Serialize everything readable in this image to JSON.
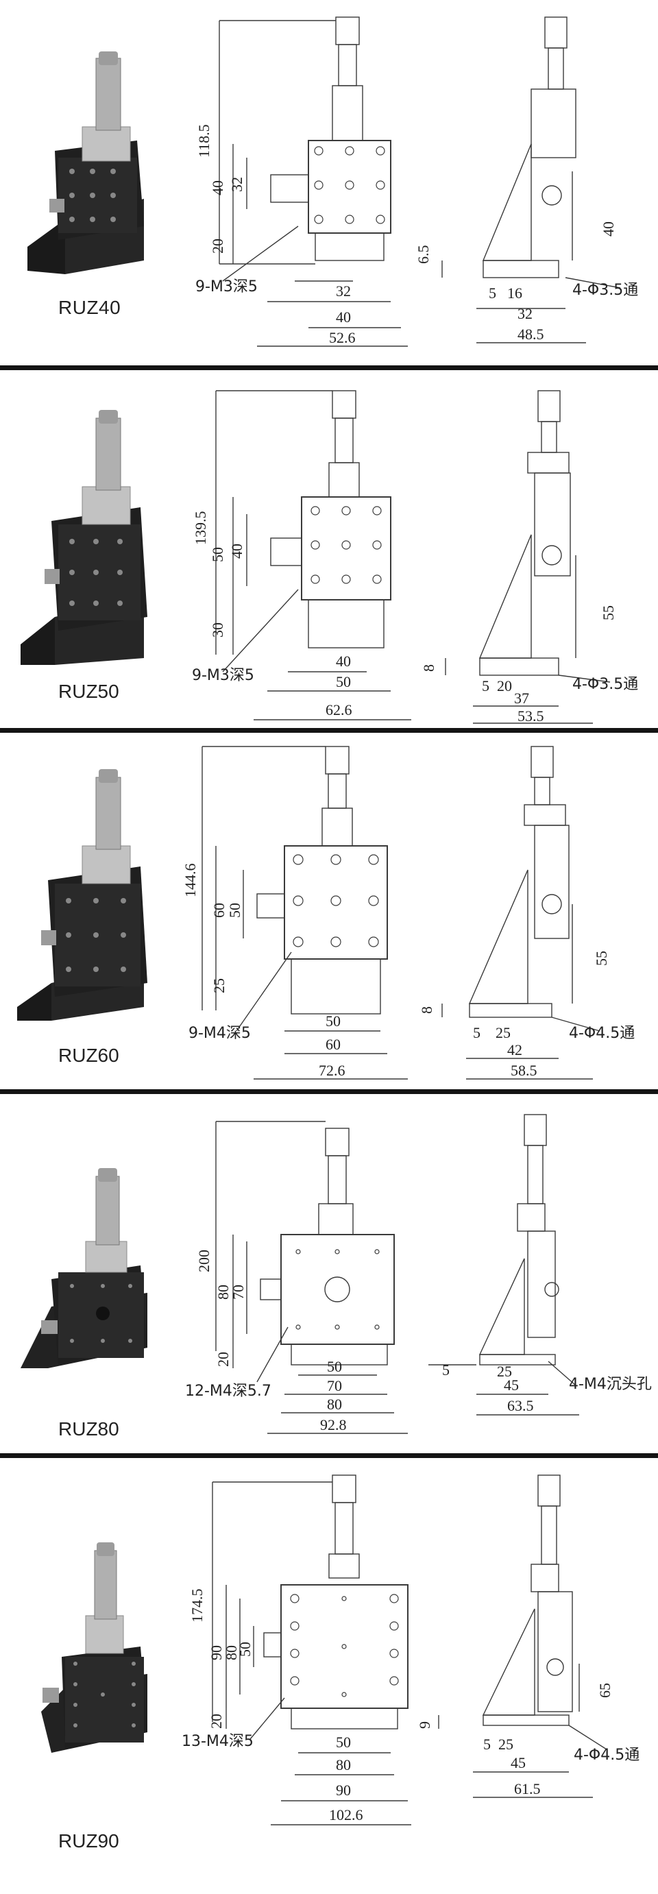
{
  "colors": {
    "line": "#3a3a3a",
    "stage_dark": "#1e1e1e",
    "stage_mid": "#2c2c2c",
    "metal": "#b4b4b4",
    "divider": "#141414"
  },
  "models": [
    {
      "name": "RUZ40",
      "front_height": "118.5",
      "table": "40",
      "hole_pitch_v": "32",
      "bottom_h": "20",
      "screws": "9-M3深5",
      "hole_pitch_h": "32",
      "width": "40",
      "overall": "52.6",
      "side_t": "6.5",
      "side_h": "40",
      "foot_a": "5",
      "foot_b": "16",
      "foot_c": "32",
      "foot_total": "48.5",
      "mount_holes": "4-Φ3.5通"
    },
    {
      "name": "RUZ50",
      "front_height": "139.5",
      "table": "50",
      "hole_pitch_v": "40",
      "bottom_h": "30",
      "screws": "9-M3深5",
      "hole_pitch_h": "40",
      "width": "50",
      "overall": "62.6",
      "side_t": "8",
      "side_h": "55",
      "foot_a": "5",
      "foot_b": "20",
      "foot_c": "37",
      "foot_total": "53.5",
      "mount_holes": "4-Φ3.5通"
    },
    {
      "name": "RUZ60",
      "front_height": "144.6",
      "table": "60",
      "hole_pitch_v": "50",
      "bottom_h": "25",
      "screws": "9-M4深5",
      "hole_pitch_h": "50",
      "width": "60",
      "overall": "72.6",
      "side_t": "8",
      "side_h": "55",
      "foot_a": "5",
      "foot_b": "25",
      "foot_c": "42",
      "foot_total": "58.5",
      "mount_holes": "4-Φ4.5通"
    },
    {
      "name": "RUZ80",
      "front_height": "200",
      "table": "80",
      "hole_pitch_v": "70",
      "bottom_h": "20",
      "screws": "12-M4深5.7",
      "hole_pitch_h": "50",
      "hole_pitch_h2": "70",
      "width": "80",
      "overall": "92.8",
      "side_t": "",
      "side_h": "",
      "foot_a": "5",
      "foot_b": "25",
      "foot_c": "45",
      "foot_total": "63.5",
      "mount_holes": "4-M4沉头孔"
    },
    {
      "name": "RUZ90",
      "front_height": "174.5",
      "table": "90",
      "hole_pitch_v": "80",
      "hole_pitch_v2": "50",
      "bottom_h": "20",
      "screws": "13-M4深5",
      "hole_pitch_h": "50",
      "hole_pitch_h2": "80",
      "width": "90",
      "overall": "102.6",
      "side_t": "9",
      "side_h": "65",
      "foot_a": "5",
      "foot_b": "25",
      "foot_c": "45",
      "foot_total": "61.5",
      "mount_holes": "4-Φ4.5通"
    }
  ]
}
